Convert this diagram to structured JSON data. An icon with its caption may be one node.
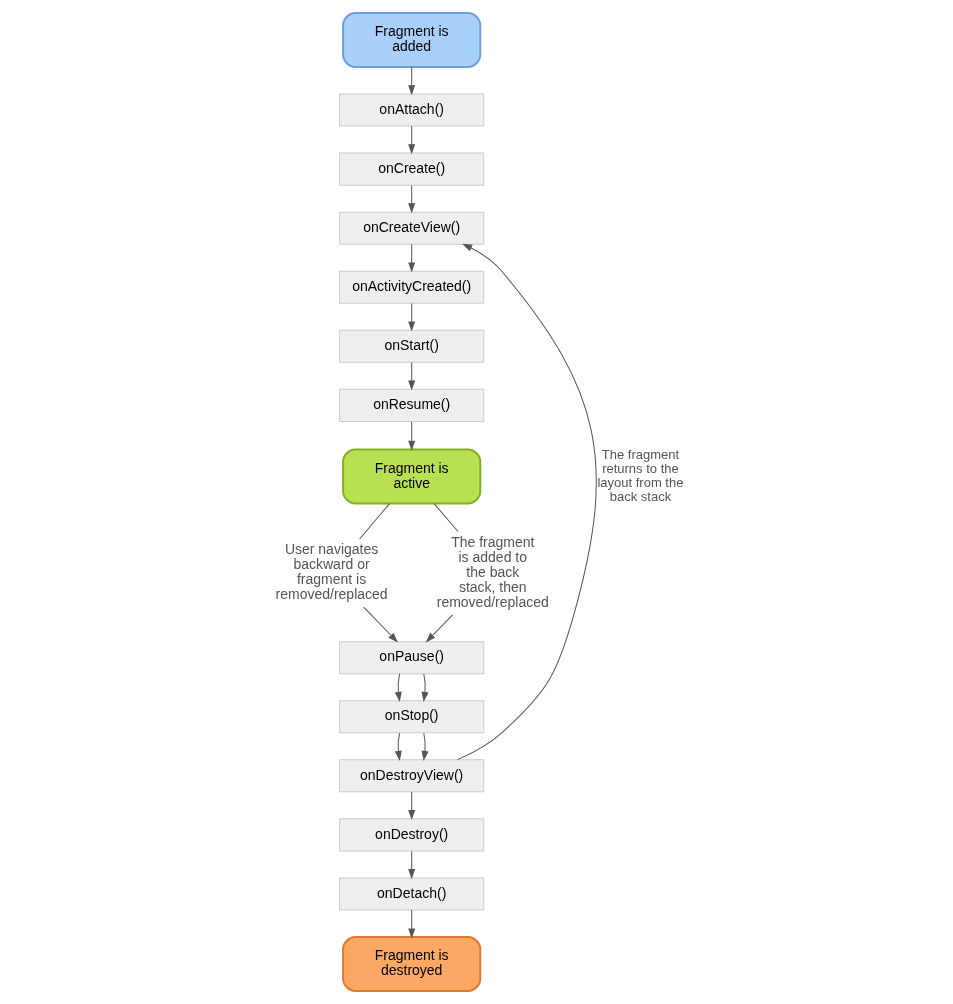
{
  "diagram": {
    "nodes": [
      {
        "text": [
          "Fragment is added"
        ]
      },
      {
        "text": [
          "onAttach()"
        ]
      },
      {
        "text": [
          "onCreate()"
        ]
      },
      {
        "text": [
          "onCreateView()"
        ]
      },
      {
        "text": [
          "onActivityCreated()"
        ]
      },
      {
        "text": [
          "onStart()"
        ]
      },
      {
        "text": [
          "onResume()"
        ]
      },
      {
        "text": [
          "Fragment is active"
        ]
      },
      {
        "text": [
          "User navigates backward or fragment is removed/replaced"
        ]
      },
      {
        "text": [
          "The fragment is added to the back stack, then removed/replaced"
        ]
      },
      {
        "text": [
          "onPause()"
        ]
      },
      {
        "text": [
          "onStop()"
        ]
      },
      {
        "text": [
          "onDestroyView()"
        ]
      },
      {
        "text": [
          "onDestroy()"
        ]
      },
      {
        "text": [
          "onDetach()"
        ]
      },
      {
        "text": [
          "Fragment is destroyed"
        ]
      }
    ],
    "edges": [
      {
        "from": 0,
        "to": 1,
        "arrow": "to"
      },
      {
        "from": 1,
        "to": 2,
        "arrow": "to"
      },
      {
        "from": 2,
        "to": 3,
        "arrow": "to"
      },
      {
        "from": 3,
        "to": 4,
        "arrow": "to"
      },
      {
        "from": 4,
        "to": 5,
        "arrow": "to"
      },
      {
        "from": 5,
        "to": 6,
        "arrow": "to"
      },
      {
        "from": 6,
        "to": 7,
        "arrow": "to"
      },
      {
        "from": 7,
        "to": 8,
        "arrow": "none"
      },
      {
        "from": 7,
        "to": 9,
        "arrow": "none"
      },
      {
        "from": 8,
        "to": 10,
        "arrow": "to"
      },
      {
        "from": 9,
        "to": 10,
        "arrow": "to"
      },
      {
        "from": 10,
        "to": 11,
        "arrow": "to"
      },
      {
        "from": 10,
        "to": 11,
        "arrow": "to"
      },
      {
        "from": 11,
        "to": 12,
        "arrow": "to"
      },
      {
        "from": 11,
        "to": 12,
        "arrow": "to"
      },
      {
        "from": 12,
        "to": 13,
        "arrow": "to"
      },
      {
        "from": 12,
        "to": 3,
        "arrow": "to",
        "label": "The fragment returns to the layout from the back stack"
      },
      {
        "from": 13,
        "to": 14,
        "arrow": "to"
      },
      {
        "from": 14,
        "to": 15,
        "arrow": "to"
      }
    ]
  }
}
